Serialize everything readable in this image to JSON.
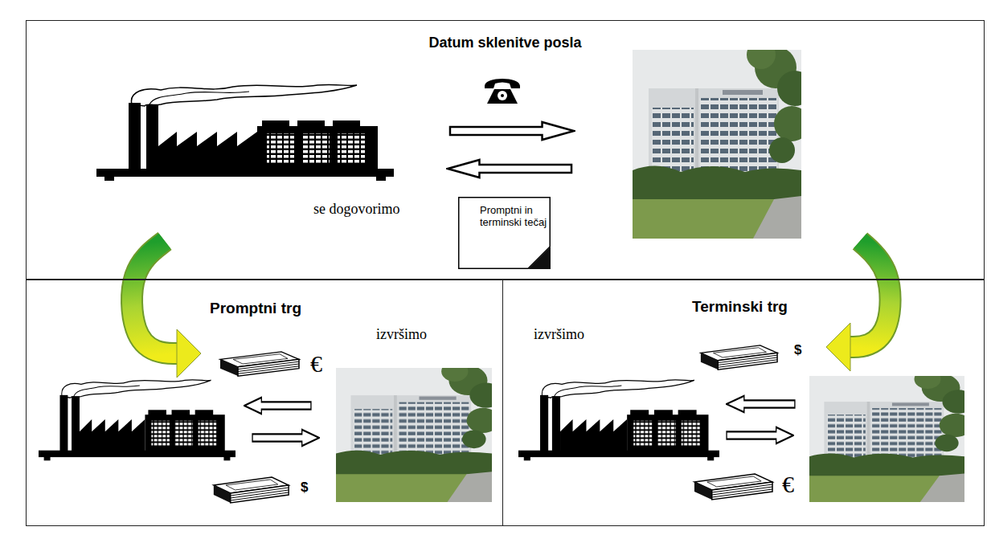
{
  "diagram": {
    "nodes": [
      {
        "text": [
          "Datum sklenitve posla"
        ]
      },
      {
        "text": [
          "Promptni in terminski tečaj"
        ],
        "in": 0
      },
      {
        "text": [
          "Promptni trg"
        ]
      },
      {
        "text": [
          "Terminski trg"
        ]
      }
    ],
    "edges": [
      {
        "from": 0,
        "to": 2,
        "arrow": "to"
      },
      {
        "from": 0,
        "to": 3,
        "arrow": "to"
      }
    ],
    "labels": [
      "se dogovorimo",
      "izvršimo",
      "€",
      "$",
      "izvršimo",
      "$",
      "€"
    ]
  }
}
